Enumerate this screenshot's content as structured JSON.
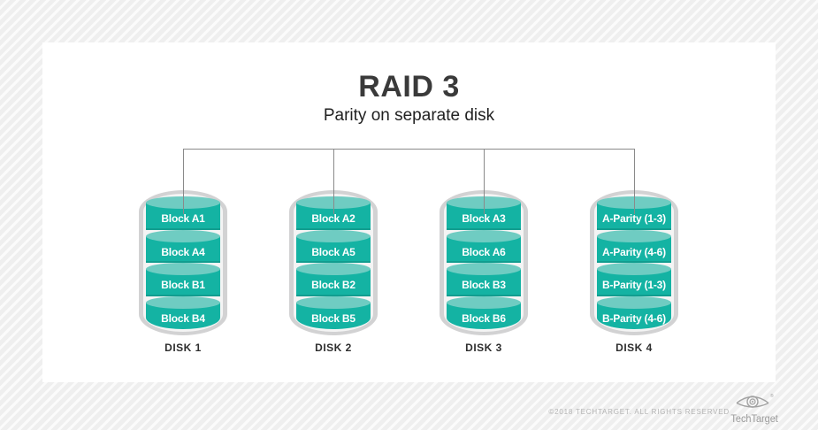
{
  "title": "RAID 3",
  "subtitle": "Parity on separate disk",
  "disks": [
    {
      "label": "DISK 1",
      "blocks": [
        "Block A1",
        "Block A4",
        "Block B1",
        "Block B4"
      ]
    },
    {
      "label": "DISK 2",
      "blocks": [
        "Block A2",
        "Block A5",
        "Block B2",
        "Block B5"
      ]
    },
    {
      "label": "DISK 3",
      "blocks": [
        "Block A3",
        "Block A6",
        "Block B3",
        "Block B6"
      ]
    },
    {
      "label": "DISK 4",
      "blocks": [
        "A-Parity (1-3)",
        "A-Parity (4-6)",
        "B-Parity (1-3)",
        "B-Parity (4-6)"
      ]
    }
  ],
  "footer": {
    "copyright": "©2018 TECHTARGET. ALL RIGHTS RESERVED",
    "logo_text": "TechTarget",
    "logo_registered": "®",
    "logo_icon": "eye-target-icon"
  },
  "colors": {
    "teal_body": "#14b3a3",
    "teal_top": "#6fccc2",
    "teal_bottom_edge": "#0aa093",
    "capsule_gray": "#d2d2d3",
    "capsule_inner": "#f4f4f4",
    "connector_line": "#8a8a8a",
    "title_text": "#3a3a3a",
    "disk_label_text": "#2e2e2e",
    "footer_text": "#b4b4b4",
    "card_bg": "#ffffff",
    "stripe_gray": "#efefef"
  }
}
